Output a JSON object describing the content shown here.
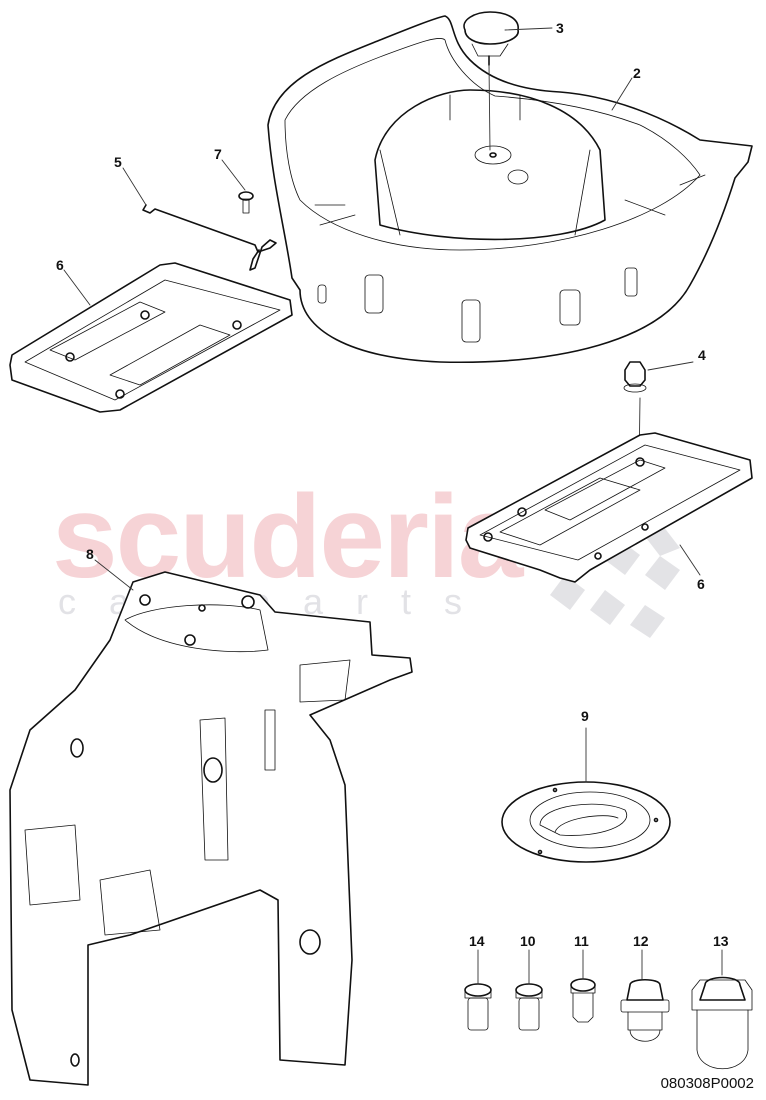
{
  "diagram": {
    "type": "exploded-parts-diagram",
    "reference_number": "080308P0002",
    "watermark": {
      "brand": "scuderia",
      "subtitle": "car parts",
      "color": "#f6d3d6",
      "subtitle_color": "#e2e2e6"
    },
    "callouts": [
      {
        "id": "2",
        "label": "2",
        "part": "spare-wheel-well-tray"
      },
      {
        "id": "3",
        "label": "3",
        "part": "wing-knob-fastener"
      },
      {
        "id": "4",
        "label": "4",
        "part": "flange-nut"
      },
      {
        "id": "5",
        "label": "5",
        "part": "retaining-rod"
      },
      {
        "id": "6a",
        "label": "6",
        "part": "battery-tray-left"
      },
      {
        "id": "6b",
        "label": "6",
        "part": "battery-tray-right"
      },
      {
        "id": "7",
        "label": "7",
        "part": "screw"
      },
      {
        "id": "8",
        "label": "8",
        "part": "wheel-housing-panel"
      },
      {
        "id": "9",
        "label": "9",
        "part": "grommet-plate"
      },
      {
        "id": "10",
        "label": "10",
        "part": "plug-medium"
      },
      {
        "id": "11",
        "label": "11",
        "part": "plug-small"
      },
      {
        "id": "12",
        "label": "12",
        "part": "plug-hex-medium"
      },
      {
        "id": "13",
        "label": "13",
        "part": "plug-hex-large"
      },
      {
        "id": "14",
        "label": "14",
        "part": "plug-short"
      }
    ]
  }
}
